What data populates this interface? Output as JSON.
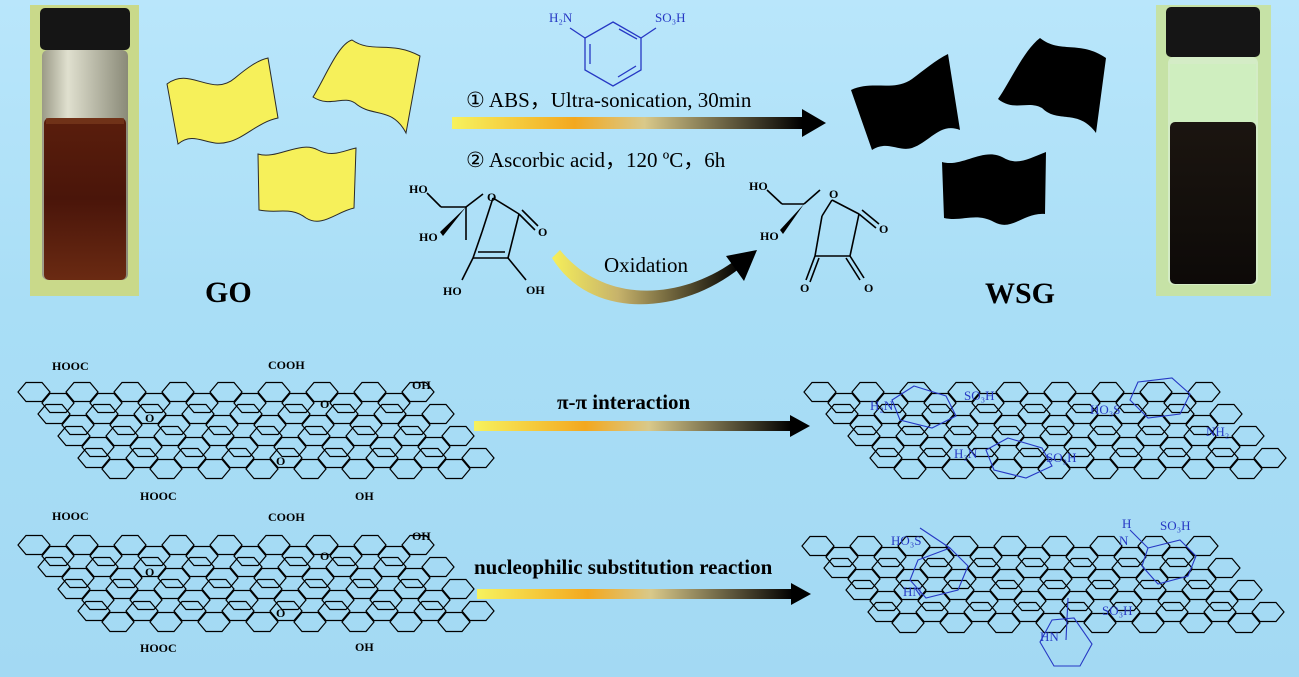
{
  "labels": {
    "go": "GO",
    "wsg": "WSG",
    "step1": "① ABS，Ultra-sonication, 30min",
    "step2": "② Ascorbic acid，120 ºC，6h",
    "oxidation": "Oxidation",
    "pi_interaction": "π-π interaction",
    "nucleophilic": "nucleophilic substitution reaction"
  },
  "chem_labels": {
    "abs_nh2": "H₂N",
    "abs_so3h": "SO₃H",
    "ho": "HO",
    "oh": "OH",
    "o": "O",
    "hooc": "HOOC",
    "cooh": "COOH",
    "ho3s": "HO₃S",
    "nh2": "NH₂",
    "nh": "HN",
    "h": "H",
    "n": "N"
  },
  "colors": {
    "background": "#a9def6",
    "go_sheet": "#f6f05a",
    "wsg_sheet": "#000000",
    "molecule_blue": "#2638c4",
    "arrow_gradient": [
      "#f6f05a",
      "#f4a51c",
      "#000000"
    ]
  }
}
